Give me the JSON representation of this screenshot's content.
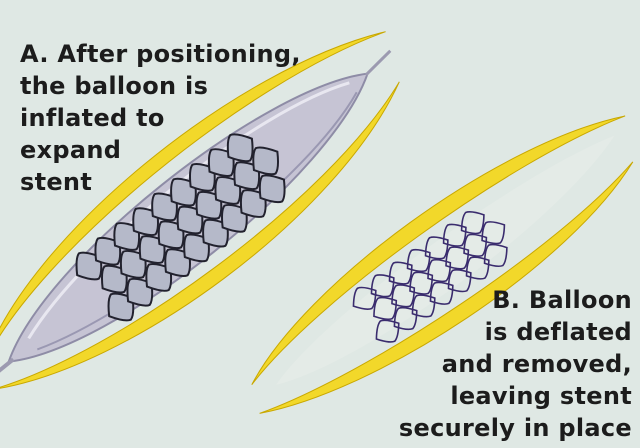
{
  "caption_a": {
    "lines": [
      "A. After positioning,",
      "the balloon is",
      "inflated to",
      "expand",
      "stent"
    ]
  },
  "caption_b": {
    "lines": [
      "B. Balloon",
      "is deflated",
      "and removed,",
      "leaving stent",
      "securely in place"
    ]
  },
  "colors": {
    "background": "#dfe8e4",
    "vessel_wall": "#f2d82a",
    "vessel_edge": "#c9a800",
    "balloon": "#b8b6c8",
    "stent_mesh": "#22222e",
    "stent_fill": "#b5b9c9",
    "stent_mesh_b": "#3a2c6e"
  },
  "figure": {
    "a_stent_rows": 3,
    "a_stent_cols": 9,
    "b_stent_rows": 3,
    "b_stent_cols": 7
  }
}
